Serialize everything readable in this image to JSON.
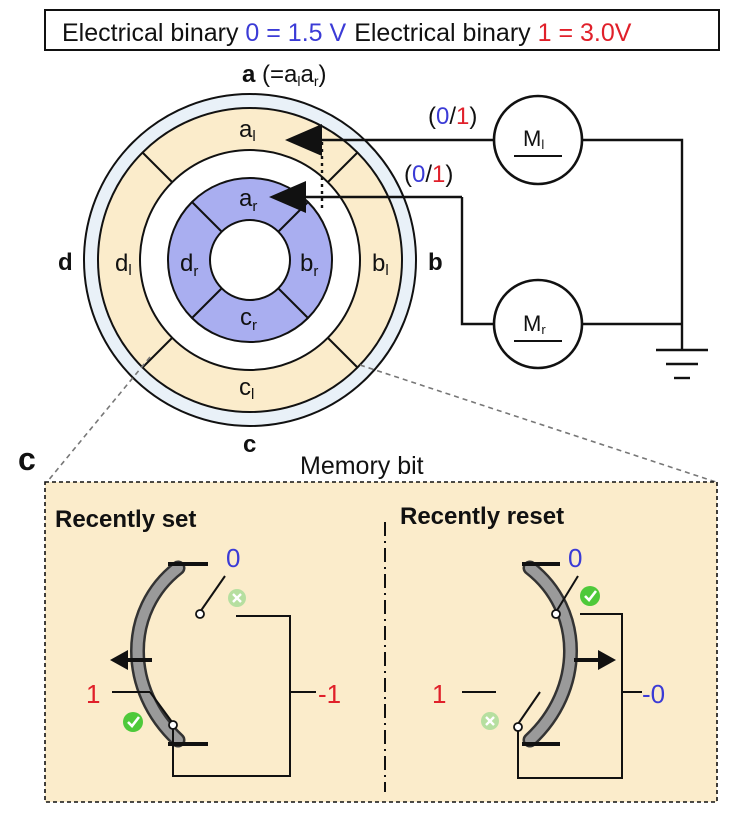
{
  "legend": {
    "prefix_0": "Electrical binary ",
    "value_0": "0 = 1.5 V",
    "prefix_1": "Electrical binary ",
    "value_1": "1 = 3.0V"
  },
  "disc": {
    "top_label_bold": "a",
    "top_label_rest": " (=a",
    "top_sub_l": "l",
    "top_mid": "a",
    "top_sub_r": "r",
    "top_close": ")",
    "right_label": "b",
    "bottom_label": "c",
    "left_label": "d",
    "outer_segments": {
      "a_base": "a",
      "a_sub": "l",
      "b_base": "b",
      "b_sub": "l",
      "c_base": "c",
      "c_sub": "l",
      "d_base": "d",
      "d_sub": "l"
    },
    "inner_segments": {
      "a_base": "a",
      "a_sub": "r",
      "b_base": "b",
      "b_sub": "r",
      "c_base": "c",
      "c_sub": "r",
      "d_base": "d",
      "d_sub": "r"
    }
  },
  "motors": {
    "upper": {
      "base": "M",
      "sub": "l"
    },
    "lower": {
      "base": "M",
      "sub": "r"
    }
  },
  "signals": {
    "upper": {
      "open": "(",
      "zero": "0",
      "slash": "/",
      "one": "1",
      "close": ")"
    },
    "lower": {
      "open": "(",
      "zero": "0",
      "slash": "/",
      "one": "1",
      "close": ")"
    }
  },
  "panel": {
    "letter": "c",
    "title": "Memory bit",
    "left": {
      "heading": "Recently set",
      "top_value": "0",
      "left_value": "1",
      "output_value": "-1"
    },
    "right": {
      "heading": "Recently reset",
      "top_value": "0",
      "left_value": "1",
      "output_value": "-0"
    }
  },
  "colors": {
    "zero_blue": "#3b3bd6",
    "one_red": "#e0202a",
    "outer_ring": "#fbeccb",
    "inner_ring": "#a9aef0",
    "outer_rim": "#e9f1f8",
    "panel_bg": "#fbeccb",
    "check_green": "#4ec93a",
    "cross_green": "#b6dfa0"
  }
}
